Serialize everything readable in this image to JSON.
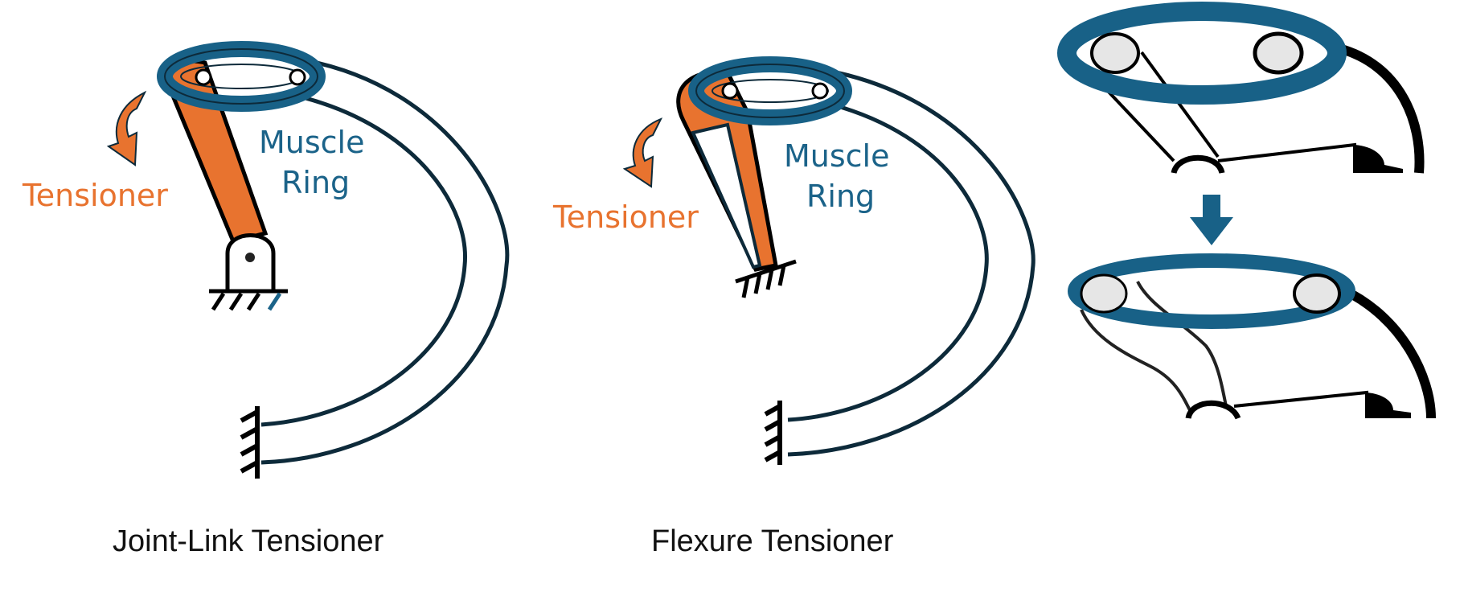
{
  "figure": {
    "colors": {
      "orange": "#e8732f",
      "blue": "#186187",
      "dark": "#0d2a3a",
      "black": "#000000",
      "pulley": "#e6e6e6"
    },
    "panel_joint_link": {
      "label_tensioner": "Tensioner",
      "label_muscle": "Muscle",
      "label_ring": "Ring",
      "caption": "Joint-Link Tensioner"
    },
    "panel_flexure": {
      "label_tensioner": "Tensioner",
      "label_muscle": "Muscle",
      "label_ring": "Ring",
      "caption": "Flexure Tensioner"
    },
    "panel_detail": {
      "arrow": "down-arrow"
    }
  }
}
